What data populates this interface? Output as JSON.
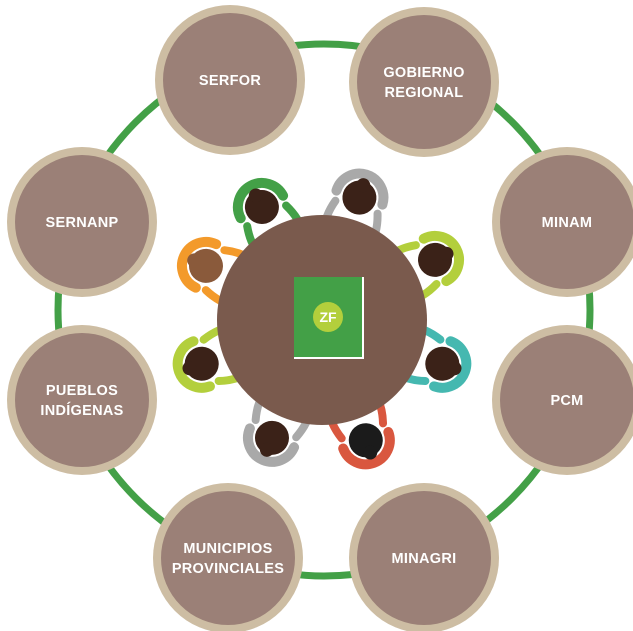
{
  "center": {
    "book_label": "ZF"
  },
  "nodes": [
    {
      "id": "serfor",
      "lines": [
        "SERFOR"
      ]
    },
    {
      "id": "gobierno-regional",
      "lines": [
        "GOBIERNO",
        "REGIONAL"
      ]
    },
    {
      "id": "minam",
      "lines": [
        "MINAM"
      ]
    },
    {
      "id": "pcm",
      "lines": [
        "PCM"
      ]
    },
    {
      "id": "minagri",
      "lines": [
        "MINAGRI"
      ]
    },
    {
      "id": "municipios-provinciales",
      "lines": [
        "MUNICIPIOS",
        "PROVINCIALES"
      ]
    },
    {
      "id": "pueblos-indigenas",
      "lines": [
        "PUEBLOS",
        "INDÍGENAS"
      ]
    },
    {
      "id": "sernanp",
      "lines": [
        "SERNANP"
      ]
    }
  ],
  "colors": {
    "ring": "#43a047",
    "node_outer": "#cdbda3",
    "node_inner": "#9b8077",
    "table": "#7a5a4d",
    "book": "#43a047",
    "book_spine": "#ffffff",
    "skin": "#f2b896",
    "hair_dark": "#3b2218",
    "hair_black": "#1b1b1b",
    "hair_brown": "#8a5a3b",
    "shirt_green": "#43a047",
    "shirt_lime": "#b3cf3c",
    "shirt_orange": "#f39a2b",
    "shirt_teal": "#45b8b0",
    "shirt_gray": "#a9a9a9",
    "shirt_red": "#d9573f"
  },
  "people": [
    {
      "shirt": "shirt_green",
      "hair": "hair_dark"
    },
    {
      "shirt": "shirt_gray",
      "hair": "hair_dark"
    },
    {
      "shirt": "shirt_lime",
      "hair": "hair_dark"
    },
    {
      "shirt": "shirt_teal",
      "hair": "hair_dark"
    },
    {
      "shirt": "shirt_red",
      "hair": "hair_black"
    },
    {
      "shirt": "shirt_gray",
      "hair": "hair_dark"
    },
    {
      "shirt": "shirt_lime",
      "hair": "hair_dark"
    },
    {
      "shirt": "shirt_orange",
      "hair": "hair_brown"
    }
  ]
}
